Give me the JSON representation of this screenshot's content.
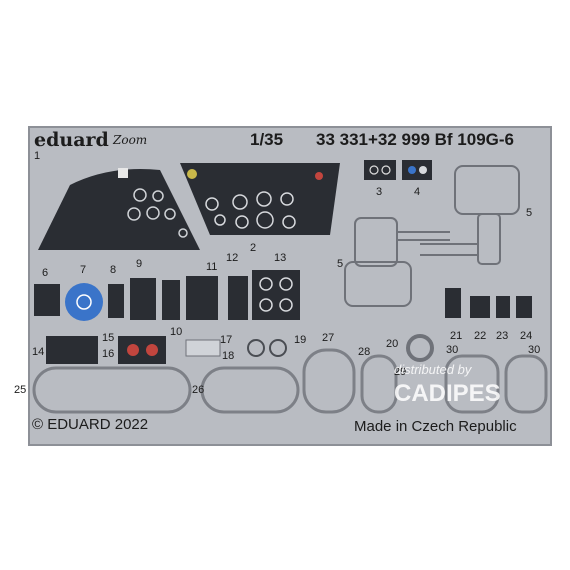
{
  "header": {
    "brand": "eduard",
    "subbrand": "Zoom",
    "scale": "1/35",
    "catalog": "33 331+32 999 Bf 109G-6"
  },
  "footer": {
    "copyright": "© EDUARD 2022",
    "origin": "Made in Czech Republic"
  },
  "watermark": {
    "line1": "distributed by",
    "line2": "CADIPES"
  },
  "part_numbers": [
    "1",
    "2",
    "3",
    "4",
    "5",
    "5",
    "6",
    "7",
    "8",
    "9",
    "10",
    "11",
    "12",
    "13",
    "14",
    "15",
    "16",
    "17",
    "18",
    "19",
    "20",
    "21",
    "22",
    "23",
    "24",
    "25",
    "26",
    "27",
    "28",
    "29",
    "30",
    "30"
  ],
  "colors": {
    "fret": "#b9bcc2",
    "panel_dark": "#2a2d33",
    "instrument_blue": "#3a74c9",
    "instrument_red": "#c2453e"
  }
}
